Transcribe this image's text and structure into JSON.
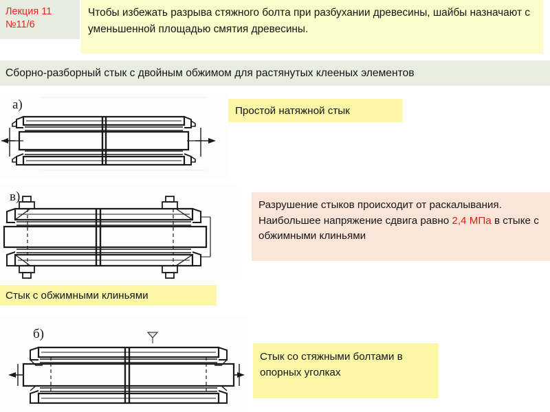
{
  "header": {
    "lecture_tag": "Лекция 11\n№11/6",
    "note": "Чтобы избежать разрыва стяжного болта при разбухании древесины, шайбы назначают с уменьшенной площадью смятия древесины."
  },
  "subtitle": {
    "text": "Сборно-разборный стык с двойным обжимом для растянутых клееных элементов"
  },
  "callouts": {
    "simple_joint": "Простой натяжной стык",
    "failure": {
      "part1": "Разрушение стыков происходит от раскалывания. Наибольшее напряжение сдвига  равно ",
      "highlight": "2,4 МПа",
      "part2": " в стыке с обжимными клиньями"
    },
    "wedge_joint": "Стык с обжимными клиньями",
    "bolt_joint": "Стык со стяжными болтами в опорных уголках"
  },
  "figures": [
    {
      "label": "а)",
      "caption_ref": "Простой натяжной стык"
    },
    {
      "label": "в)",
      "caption_ref": "Стык с обжимными клиньями"
    },
    {
      "label": "б)",
      "caption_ref": "Стык со стяжными болтами в опорных уголках"
    }
  ],
  "colors": {
    "tag_bg": "#e8ece0",
    "tag_text": "#ee2222",
    "note_bg": "#fcfcca",
    "band_bg": "#e9eddf",
    "yellow_callout": "#fbf7a6",
    "peach_callout": "#fae5d8",
    "highlight_text": "#e01b16"
  }
}
